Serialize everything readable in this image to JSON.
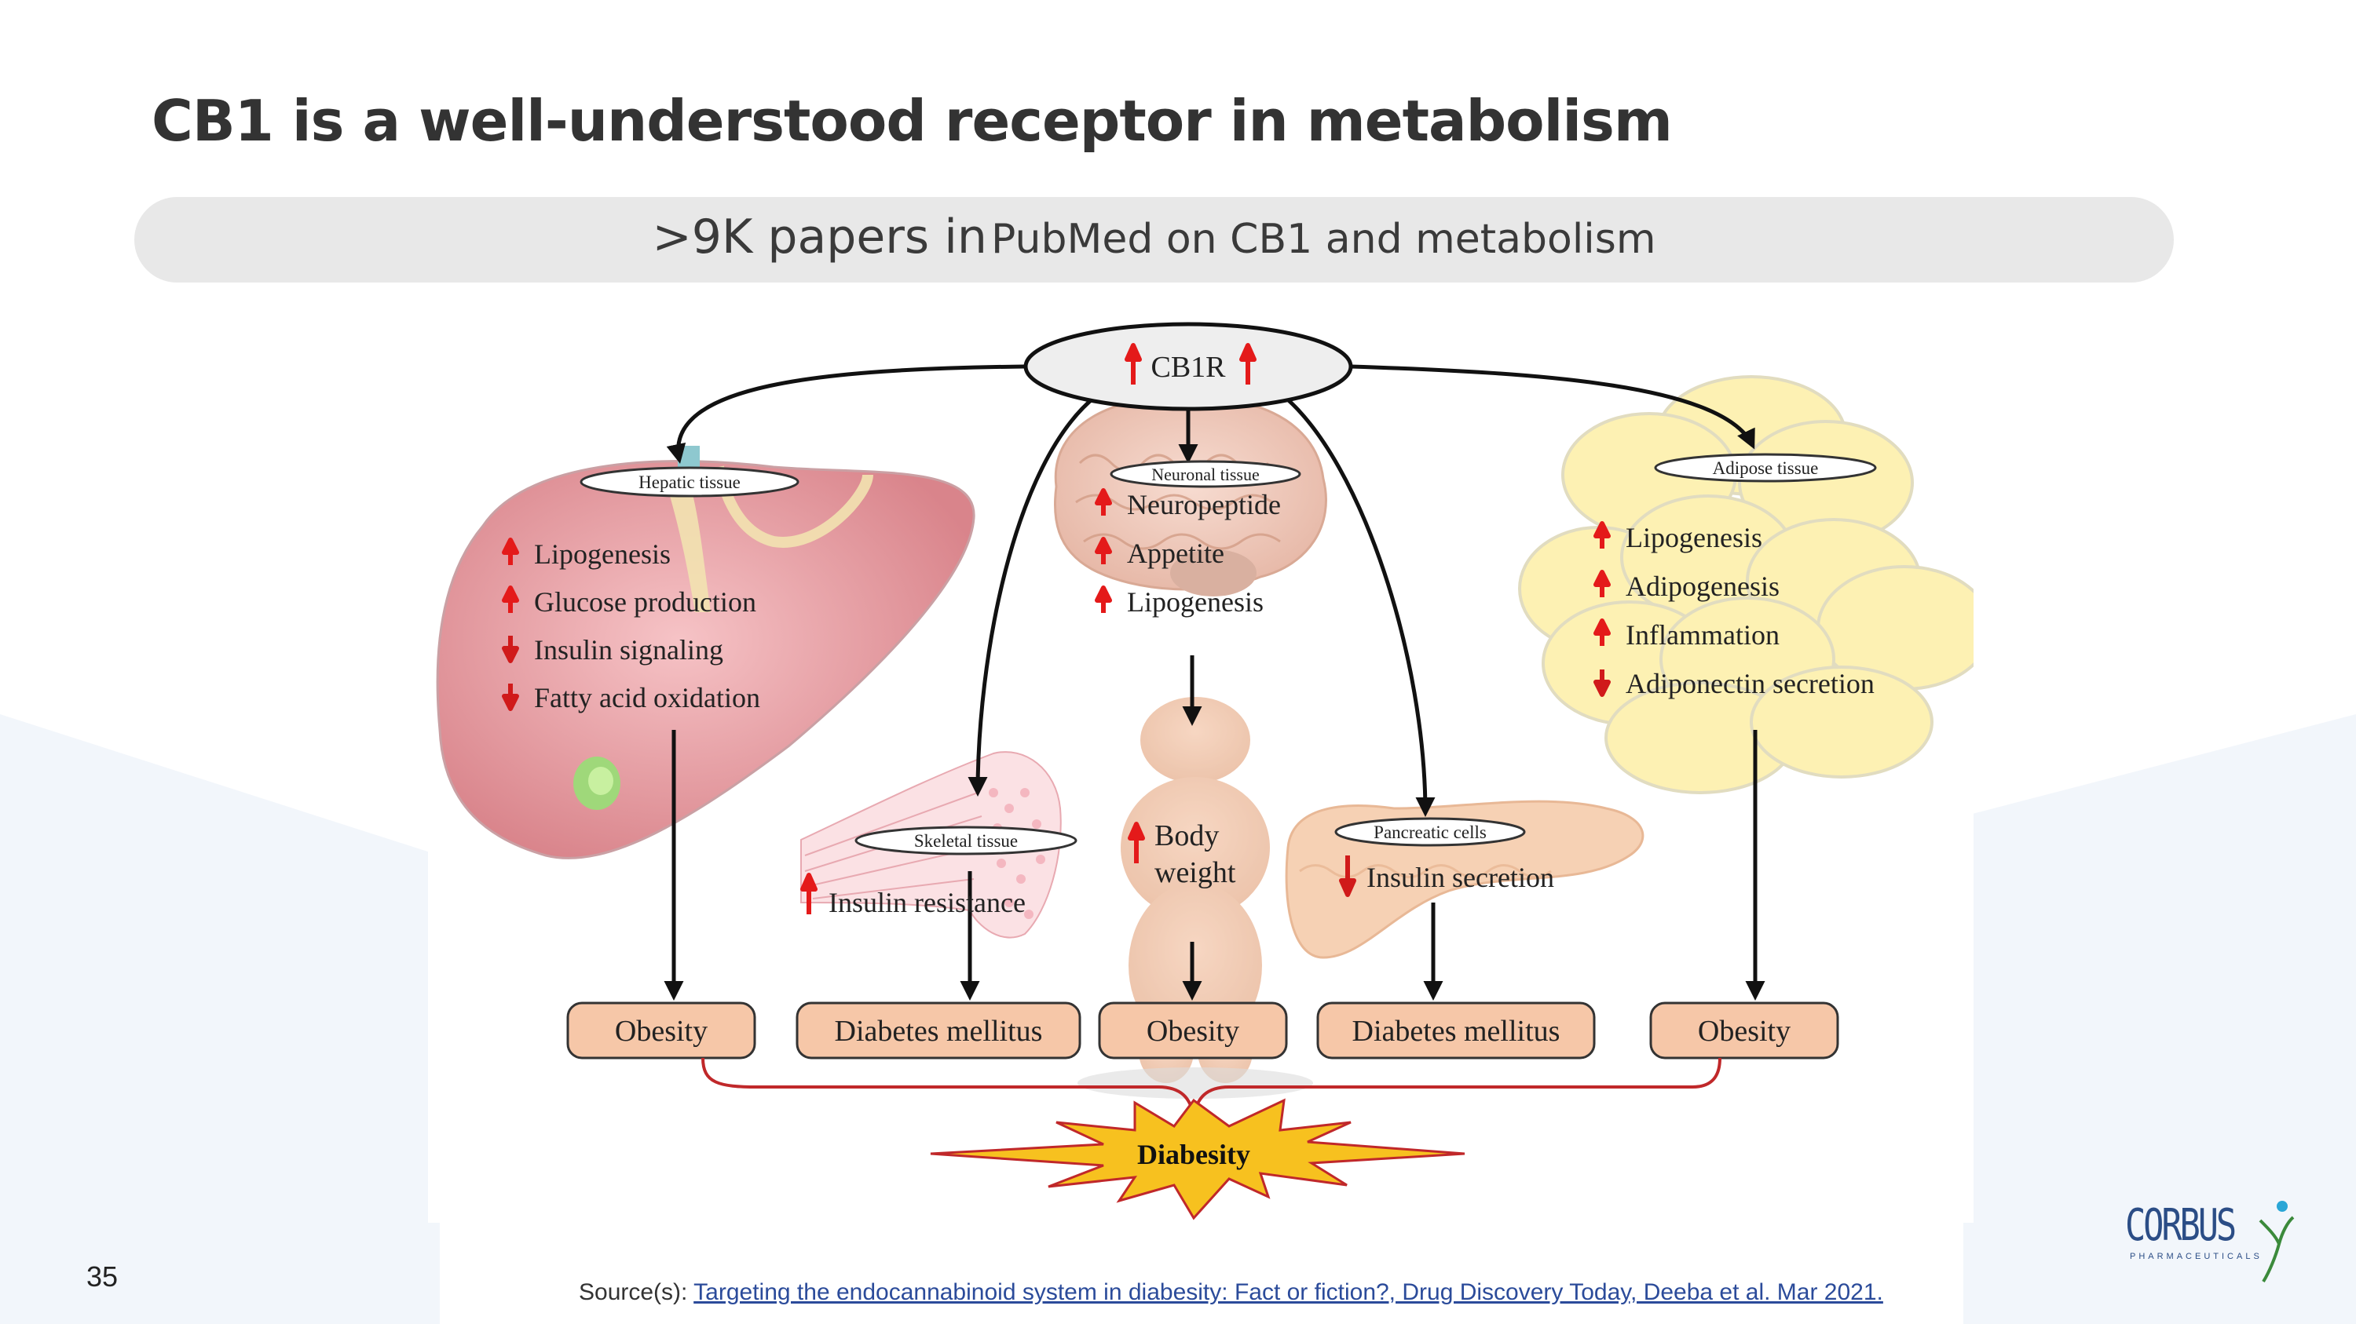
{
  "slide": {
    "title": "CB1 is a well-understood receptor in metabolism",
    "banner_big": ">9K papers in",
    "banner_small": "PubMed on CB1 and metabolism",
    "page_number": "35",
    "source_prefix": "Source(s):",
    "source_link": "Targeting the endocannabinoid system in diabesity: Fact or fiction?, Drug Discovery Today, Deeba et al. Mar 2021."
  },
  "logo": {
    "name": "CORBUS",
    "sub": "PHARMACEUTICALS"
  },
  "colors": {
    "up_arrow": "#e41a1a",
    "down_arrow": "#d01a1a",
    "outcome_box": "#f6c7a8",
    "diabesity_star": "#f7c11f",
    "connector_red": "#c0282a"
  },
  "diagram": {
    "center": "CB1R",
    "hepatic": {
      "label": "Hepatic tissue",
      "effects": [
        {
          "dir": "up",
          "text": "Lipogenesis"
        },
        {
          "dir": "up",
          "text": "Glucose production"
        },
        {
          "dir": "down",
          "text": "Insulin signaling"
        },
        {
          "dir": "down",
          "text": "Fatty acid oxidation"
        }
      ]
    },
    "neuronal": {
      "label": "Neuronal tissue",
      "effects": [
        {
          "dir": "up",
          "text": "Neuropeptide"
        },
        {
          "dir": "up",
          "text": "Appetite"
        },
        {
          "dir": "up",
          "text": "Lipogenesis"
        }
      ]
    },
    "adipose": {
      "label": "Adipose tissue",
      "effects": [
        {
          "dir": "up",
          "text": "Lipogenesis"
        },
        {
          "dir": "up",
          "text": "Adipogenesis"
        },
        {
          "dir": "up",
          "text": "Inflammation"
        },
        {
          "dir": "down",
          "text": "Adiponectin secretion"
        }
      ]
    },
    "skeletal": {
      "label": "Skeletal tissue",
      "effect": {
        "dir": "up",
        "text": "Insulin resistance"
      }
    },
    "body": {
      "dir": "up",
      "line1": "Body",
      "line2": "weight"
    },
    "pancreatic": {
      "label": "Pancreatic cells",
      "effect": {
        "dir": "down",
        "text": "Insulin secretion"
      }
    },
    "outcomes": [
      "Obesity",
      "Diabetes mellitus",
      "Obesity",
      "Diabetes mellitus",
      "Obesity"
    ],
    "result": "Diabesity"
  }
}
